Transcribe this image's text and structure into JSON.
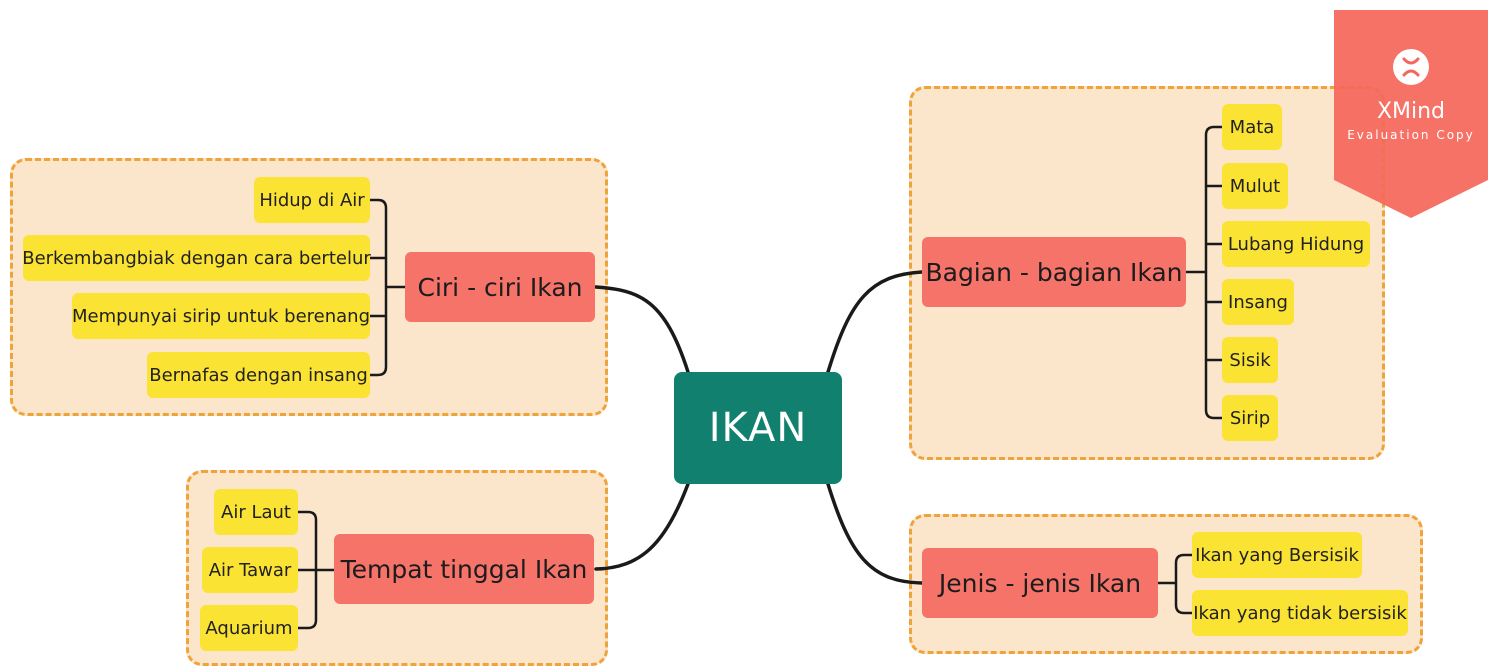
{
  "central": {
    "label": "IKAN"
  },
  "branches": [
    {
      "label": "Ciri - ciri Ikan",
      "children": [
        "Hidup di Air",
        "Berkembangbiak dengan cara bertelur",
        "Mempunyai sirip untuk berenang",
        "Bernafas dengan insang"
      ]
    },
    {
      "label": "Tempat tinggal Ikan",
      "children": [
        "Air Laut",
        "Air Tawar",
        "Aquarium"
      ]
    },
    {
      "label": "Bagian - bagian Ikan",
      "children": [
        "Mata",
        "Mulut",
        "Lubang Hidung",
        "Insang",
        "Sisik",
        "Sirip"
      ]
    },
    {
      "label": "Jenis - jenis Ikan",
      "children": [
        "Ikan yang Bersisik",
        "Ikan yang tidak bersisik"
      ]
    }
  ],
  "watermark": {
    "brand": "XMind",
    "subtitle": "Evaluation Copy",
    "logo_icon": "xmind-logo-icon"
  },
  "colors": {
    "central": "#11806f",
    "main_topic": "#f6736a",
    "sub_topic": "#fbe334",
    "group_fill": "#fbe6cc",
    "group_border": "#eea33b",
    "connector": "#1a1a1a",
    "watermark": "#f5675a"
  }
}
